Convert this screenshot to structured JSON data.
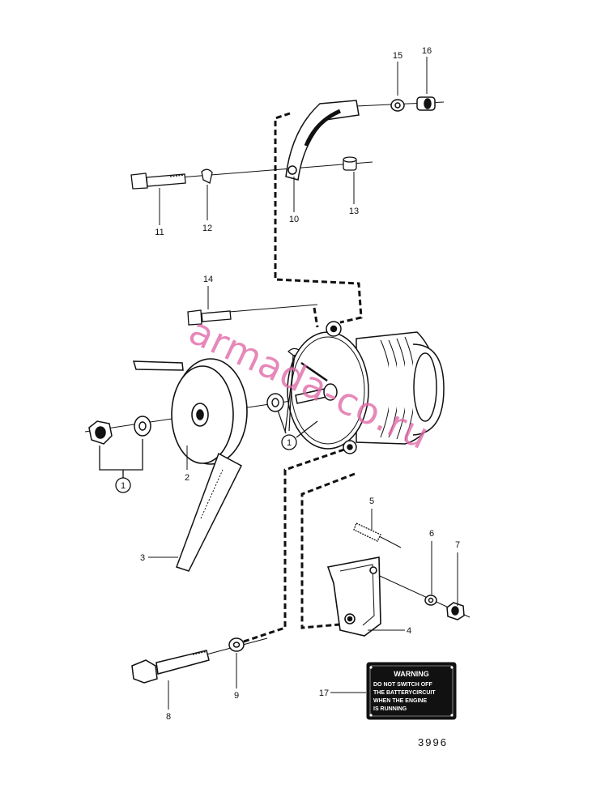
{
  "callouts": {
    "c1": "1",
    "c2": "2",
    "c3": "3",
    "c4": "4",
    "c5": "5",
    "c6": "6",
    "c7": "7",
    "c8": "8",
    "c9": "9",
    "c10": "10",
    "c11": "11",
    "c12": "12",
    "c13": "13",
    "c14": "14",
    "c15": "15",
    "c16": "16",
    "c17": "17"
  },
  "ref_circle_label": "1",
  "warning_plate": {
    "title": "WARNING",
    "line1": "DO NOT SWITCH OFF",
    "line2": "THE BATTERYCIRCUIT",
    "line3": "WHEN THE ENGINE",
    "line4": "IS RUNNING"
  },
  "figure_number": "3996",
  "watermark": "armada-co.ru",
  "colors": {
    "ink": "#111111",
    "watermark": "#e06aa8",
    "plate": "#111111"
  }
}
